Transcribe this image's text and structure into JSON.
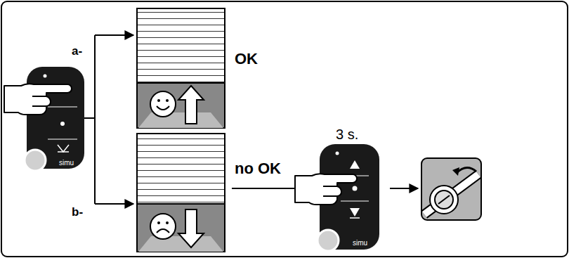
{
  "diagram": {
    "labels": [
      "a-",
      "OK",
      "no OK",
      "3 s.",
      "b-",
      "simu",
      "simu"
    ]
  }
}
